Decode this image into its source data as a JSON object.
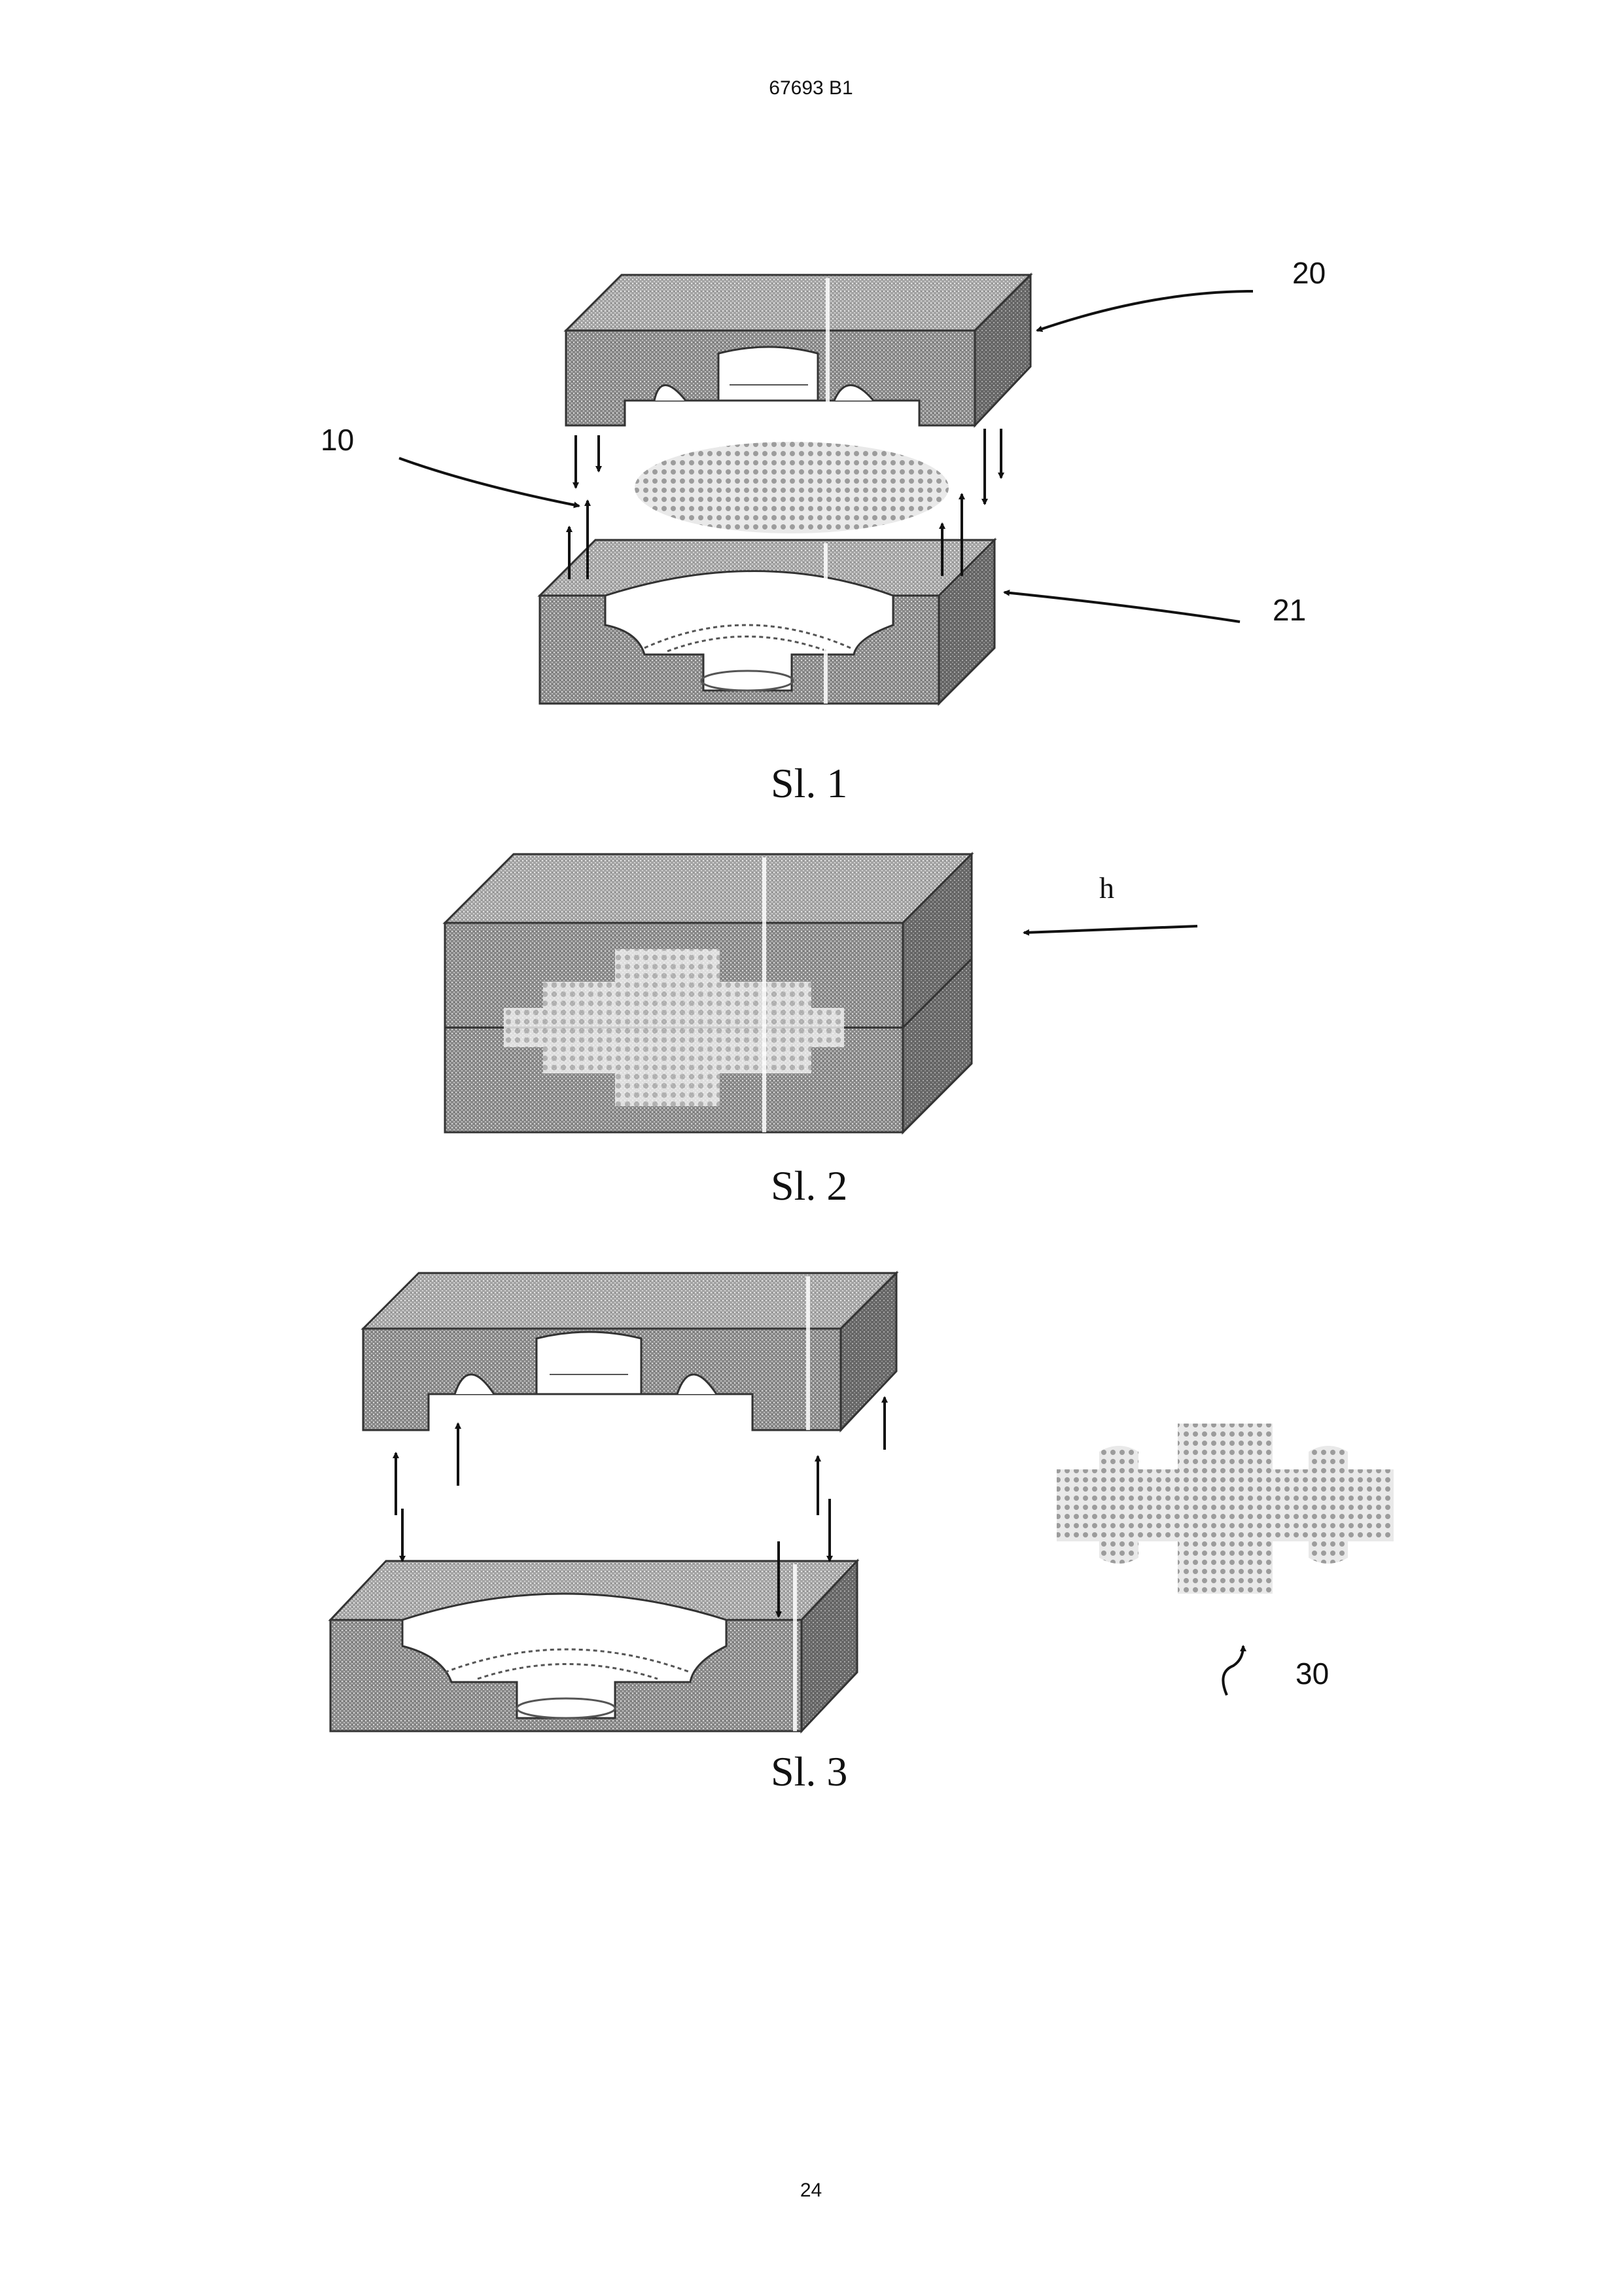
{
  "header": {
    "doc_number": "67693 B1"
  },
  "figures": [
    {
      "caption": "Sl. 1",
      "refs": [
        "20",
        "10",
        "21"
      ]
    },
    {
      "caption": "Sl. 2",
      "refs": [
        "h"
      ]
    },
    {
      "caption": "Sl. 3",
      "refs": [
        "30"
      ]
    }
  ],
  "footer": {
    "page_number": "24"
  }
}
